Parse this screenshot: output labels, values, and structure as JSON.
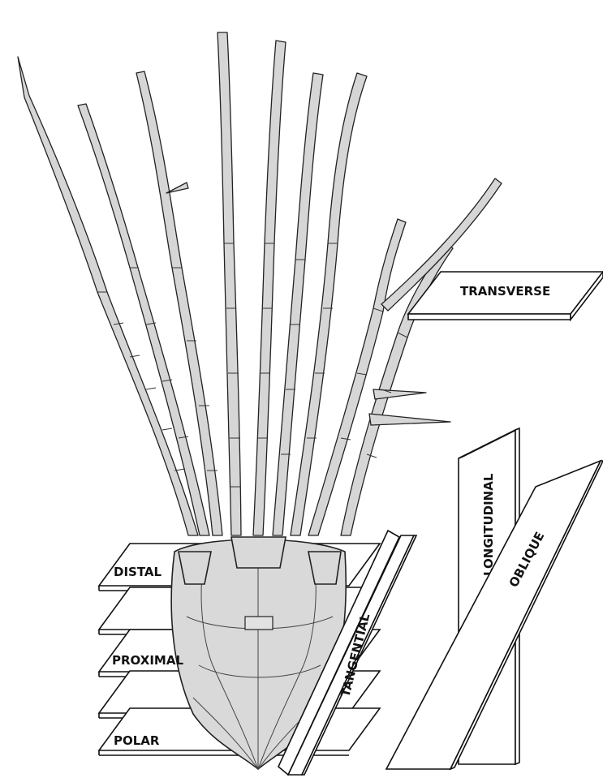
{
  "labels": {
    "transverse": "TRANSVERSE",
    "longitudinal": "LONGITUDINAL",
    "oblique": "OBLIQUE",
    "tangential": "TANGENTIAL",
    "distal": "DISTAL",
    "proximal": "PROXIMAL",
    "polar": "POLAR"
  },
  "colors": {
    "line": "#111111",
    "fill": "#d6d6d6",
    "background": "#ffffff"
  }
}
